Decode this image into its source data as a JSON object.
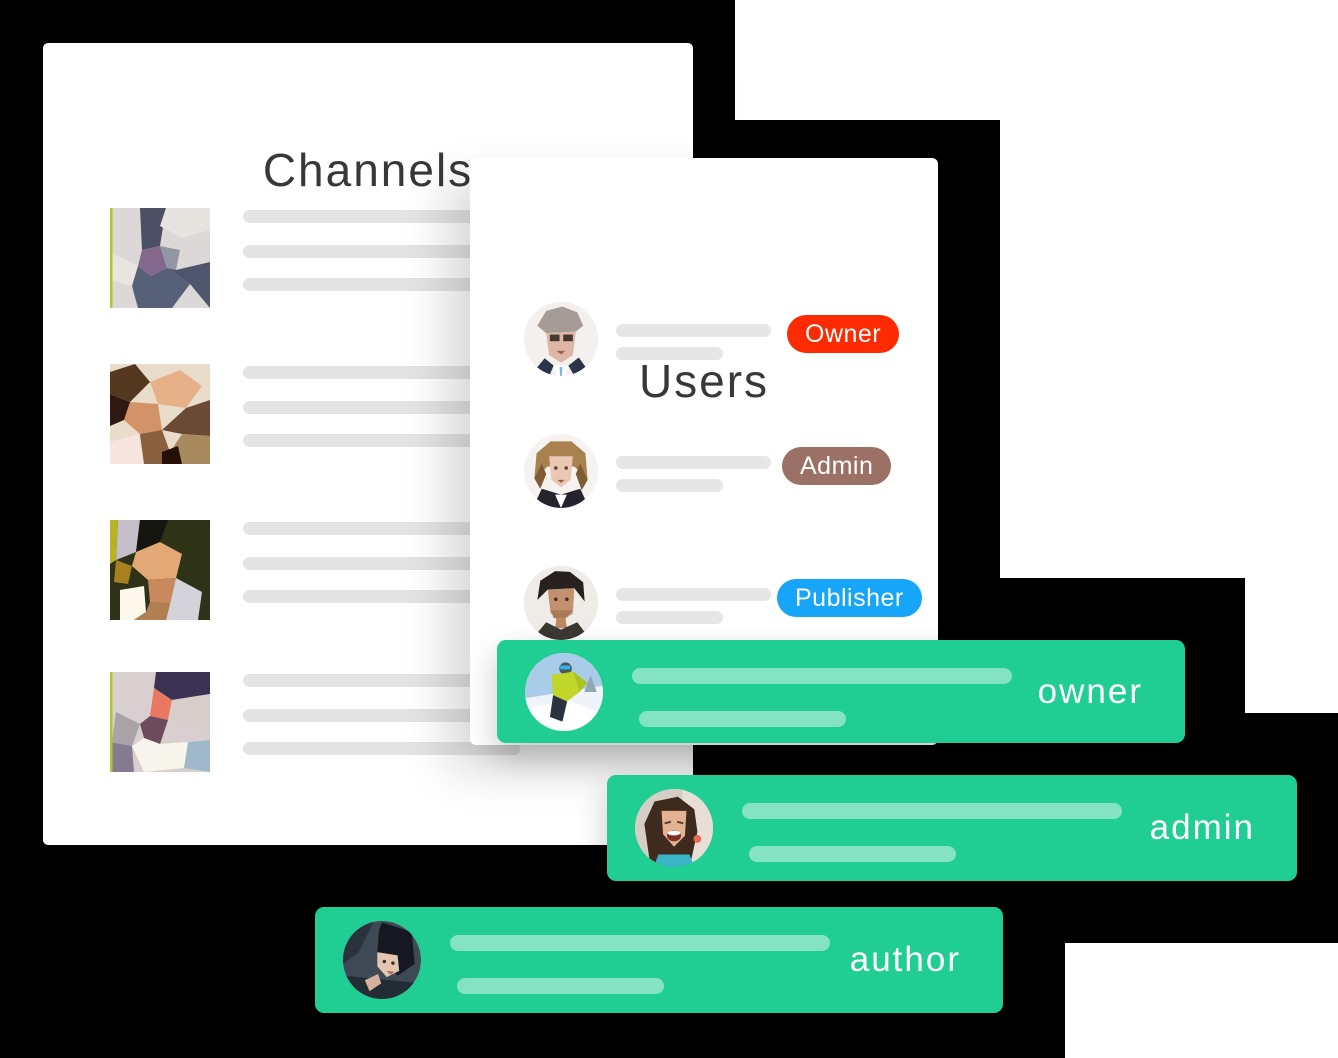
{
  "colors": {
    "background": "#000000",
    "card_background": "#ffffff",
    "accent_green": "#20cd92",
    "green_placeholder": "rgba(255,255,255,0.45)",
    "gray_placeholder": "#e4e4e4",
    "title_text": "#383838",
    "badge_owner": "#fe2b02",
    "badge_admin": "#9a7164",
    "badge_publisher": "#16a5f9",
    "badge_text": "#ffffff"
  },
  "channels_card": {
    "title": "Channels",
    "items": [
      {
        "image": "abstract-mosaic-gray-purple"
      },
      {
        "image": "abstract-mosaic-brown-tan"
      },
      {
        "image": "abstract-mosaic-olive-peach"
      },
      {
        "image": "abstract-mosaic-mauve-coral"
      }
    ]
  },
  "users_card": {
    "title": "Users",
    "rows": [
      {
        "avatar": "lowpoly-man-gray-hair-suit",
        "role_badge": "Owner"
      },
      {
        "avatar": "lowpoly-woman-curly-blonde",
        "role_badge": "Admin"
      },
      {
        "avatar": "lowpoly-man-dark-curly-hair",
        "role_badge": "Publisher"
      }
    ]
  },
  "role_bars": [
    {
      "avatar": "skier-yellow-jacket-photo",
      "label": "owner"
    },
    {
      "avatar": "laughing-woman-photo",
      "label": "admin"
    },
    {
      "avatar": "woman-in-water-photo",
      "label": "author"
    }
  ]
}
